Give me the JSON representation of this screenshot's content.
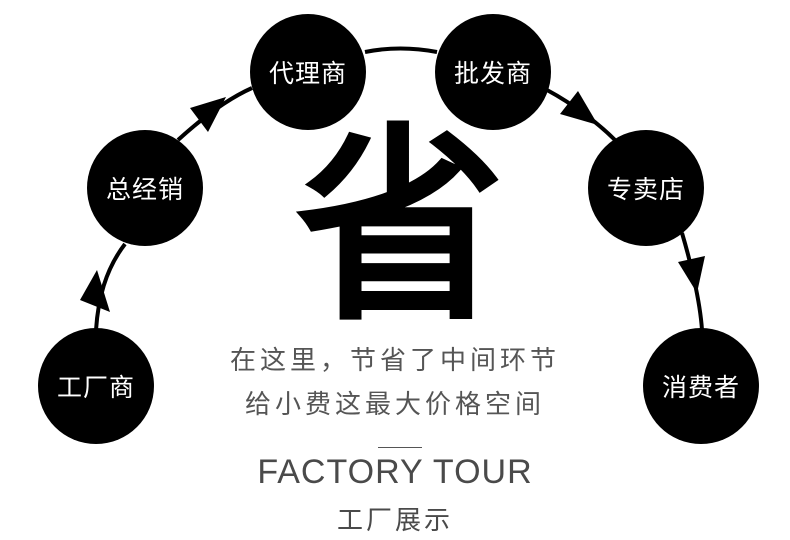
{
  "diagram": {
    "title_char": "省",
    "nodes": [
      {
        "id": "factory",
        "label": "工厂商"
      },
      {
        "id": "general-distributor",
        "label": "总经销"
      },
      {
        "id": "agent",
        "label": "代理商"
      },
      {
        "id": "wholesaler",
        "label": "批发商"
      },
      {
        "id": "store",
        "label": "专卖店"
      },
      {
        "id": "consumer",
        "label": "消费者"
      }
    ],
    "edges": [
      {
        "from": "factory",
        "to": "general-distributor",
        "arrow": true
      },
      {
        "from": "general-distributor",
        "to": "agent",
        "arrow": true
      },
      {
        "from": "agent",
        "to": "wholesaler",
        "arrow": false
      },
      {
        "from": "wholesaler",
        "to": "store",
        "arrow": true
      },
      {
        "from": "store",
        "to": "consumer",
        "arrow": true
      }
    ],
    "node_color": "#000000",
    "node_text_color": "#ffffff"
  },
  "slogan": {
    "line1": "在这里，节省了中间环节",
    "line2": "给小费这最大价格空间"
  },
  "section": {
    "title_en": "FACTORY TOUR",
    "title_cn": "工厂展示"
  },
  "text_color": "#4a4a4a"
}
